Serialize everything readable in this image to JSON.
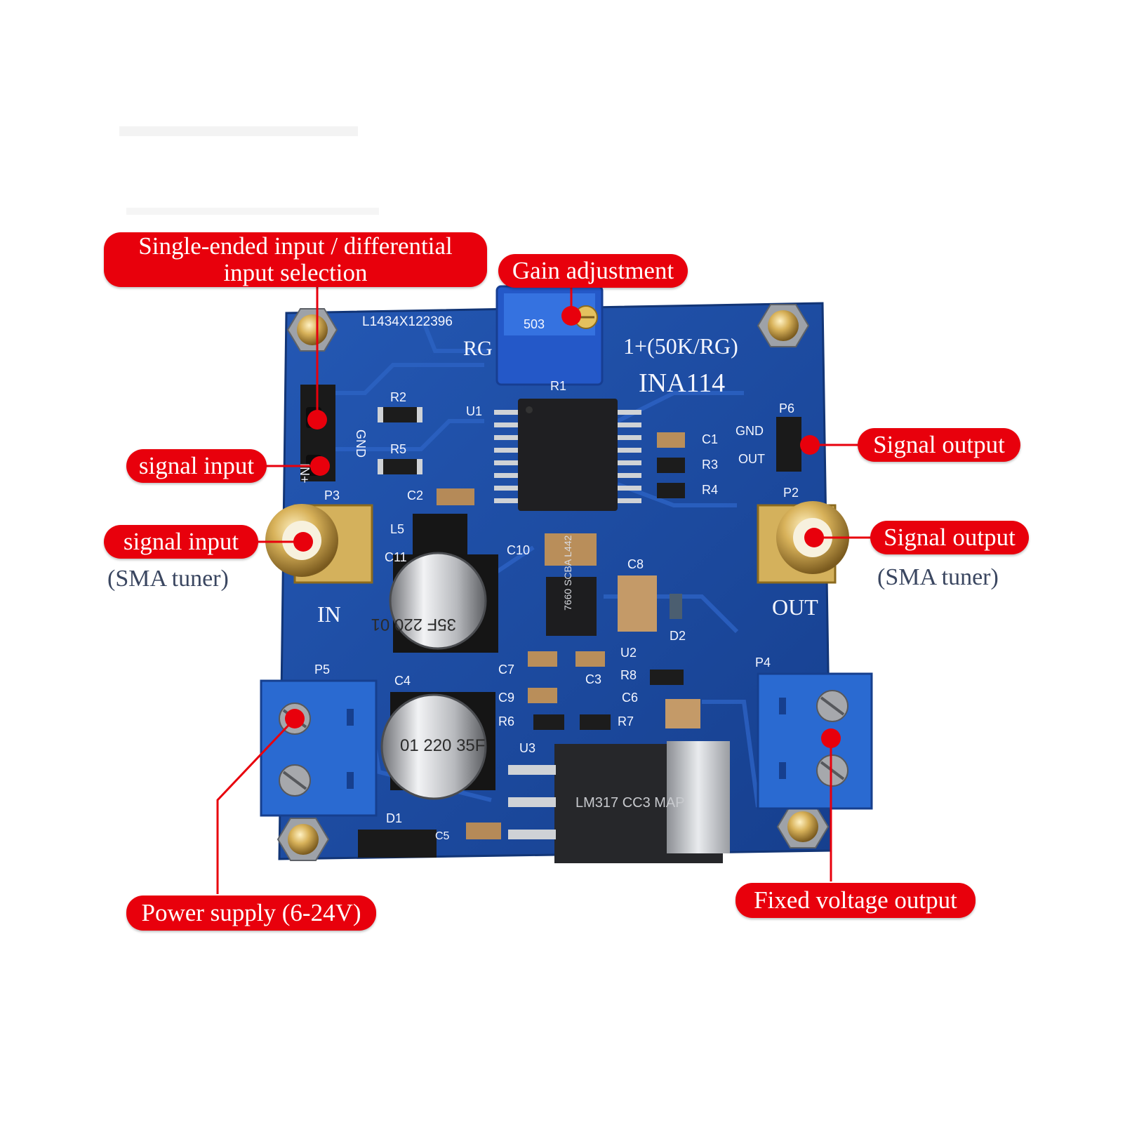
{
  "callouts": {
    "input_selection": "Single-ended input / differential input selection",
    "input_selection_line1": "Single-ended input / differential",
    "input_selection_line2": "input selection",
    "gain_adjustment": "Gain adjustment",
    "signal_input_pins": "signal input",
    "signal_input_sma": "signal input",
    "signal_input_sma_sub": "(SMA tuner)",
    "signal_output_pins": "Signal output",
    "signal_output_sma": "Signal output",
    "signal_output_sma_sub": "(SMA tuner)",
    "power_supply": "Power supply (6-24V)",
    "fixed_voltage_output": "Fixed voltage output"
  },
  "board": {
    "serial": "L1434X122396",
    "rg_label": "RG",
    "gain_formula": "1+(50K/RG)",
    "chip_name": "INA114",
    "gnd_left": "GND",
    "in_plus": "IN+",
    "p3": "P3",
    "in_label": "IN",
    "p5": "P5",
    "c4": "C4",
    "c11": "C11",
    "l5": "L5",
    "c2": "C2",
    "r2": "R2",
    "r5": "R5",
    "u1": "U1",
    "r1": "R1",
    "c10": "C10",
    "c8": "C8",
    "d2": "D2",
    "c1": "C1",
    "r3": "R3",
    "r4": "R4",
    "p6": "P6",
    "gnd_right": "GND",
    "out_pin": "OUT",
    "p2": "P2",
    "out_label": "OUT",
    "p4": "P4",
    "c7": "C7",
    "c3": "C3",
    "u2": "U2",
    "r8": "R8",
    "c9": "C9",
    "c6": "C6",
    "r6": "R6",
    "r7": "R7",
    "u3": "U3",
    "d1": "D1",
    "c5": "C5",
    "pot_code": "503",
    "icl_marking": "7660 SCBA L442",
    "cap_upper_marking": "35F 220 01",
    "cap_lower_marking": "01 220 35F",
    "regulator_marking": "LM317 CC3 MAP"
  },
  "colors": {
    "callout_red": "#e8000c",
    "pcb_blue": "#1f4fa8",
    "terminal_blue": "#2a6ad1",
    "pot_blue": "#2458c8",
    "brass": "#c9a24b"
  }
}
